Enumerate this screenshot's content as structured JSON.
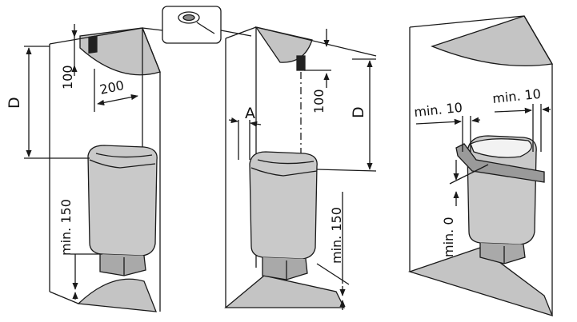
{
  "diagram": {
    "colors": {
      "line": "#1a1a1a",
      "wall_shade": "#bdbdbd",
      "heater_body": "#c9c9c9",
      "heater_dark": "#8f8f8f",
      "sensor": "#222222",
      "rail": "#9a9a9a"
    },
    "left": {
      "label_D": "D",
      "label_100": "100",
      "label_200": "200",
      "label_min150": "min. 150"
    },
    "middle": {
      "label_A": "A",
      "label_100": "100",
      "label_D": "D",
      "label_min150": "min. 150"
    },
    "right": {
      "label_min10_left": "min. 10",
      "label_min10_right": "min. 10",
      "label_min0": "min. 0"
    },
    "inset_icon": "sensor-cable-icon"
  }
}
